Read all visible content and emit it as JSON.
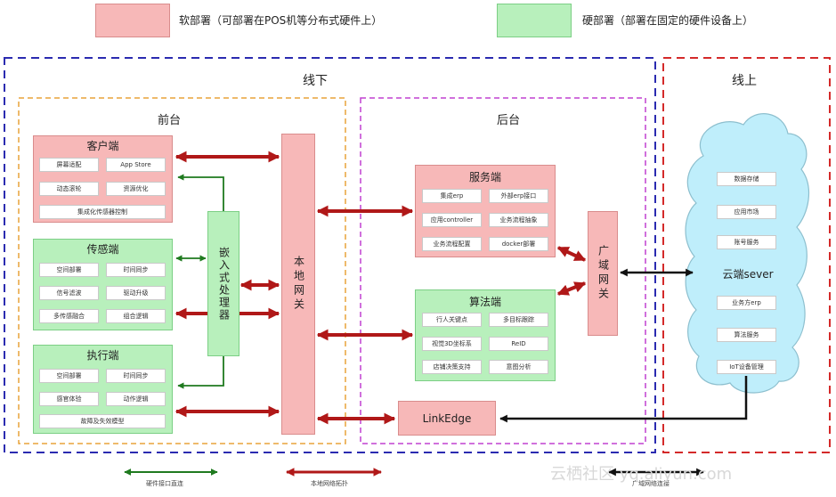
{
  "legend": {
    "soft": "软部署（可部署在POS机等分布式硬件上）",
    "hard": "硬部署（部署在固定的硬件设备上）"
  },
  "regions": {
    "offline": "线下",
    "online": "线上",
    "front": "前台",
    "back": "后台"
  },
  "client": {
    "title": "客户端",
    "items": [
      "屏幕适配",
      "App Store",
      "动态滚轮",
      "资源优化",
      "集成化传感器控制"
    ]
  },
  "sensor": {
    "title": "传感端",
    "items": [
      "空间部署",
      "时间同步",
      "信号滤波",
      "驱动升级",
      "多传感融合",
      "组合逻辑"
    ]
  },
  "executor": {
    "title": "执行端",
    "items": [
      "空间部署",
      "时间同步",
      "感官体验",
      "动作逻辑",
      "故障及失效模型"
    ]
  },
  "embedded": {
    "label": "嵌入式处理器"
  },
  "local_gateway": {
    "label": "本地网关"
  },
  "service": {
    "title": "服务端",
    "items": [
      "集成erp",
      "外部erp接口",
      "应用controller",
      "业务流程抽象",
      "业务流程配置",
      "docker部署"
    ]
  },
  "algorithm": {
    "title": "算法端",
    "items": [
      "行人关键点",
      "多目标跟踪",
      "视觉3D坐标系",
      "ReID",
      "店铺决策支持",
      "意图分析"
    ]
  },
  "wan_gateway": {
    "label": "广域网关"
  },
  "linkedge": {
    "label": "LinkEdge"
  },
  "cloud": {
    "title": "云端sever",
    "items": [
      "数据存储",
      "应用市场",
      "账号服务",
      "业务方erp",
      "算法服务",
      "IoT设备管理"
    ]
  },
  "footer": {
    "hw_link": "硬件接口直连",
    "lan_topo": "本地网络拓扑",
    "wan_link": "广域网络连接",
    "watermark": "云栖社区 yq.aliyun.com"
  },
  "colors": {
    "soft": "#f7b8b8",
    "hard": "#b8f0bc",
    "offline_border": "#2b2bb0",
    "online_border": "#d42a2a",
    "front_border": "#e8a33a",
    "back_border": "#c040d0",
    "red_arrow": "#b01818",
    "green_arrow": "#1f7a1f",
    "cloud": "#bfeefb"
  }
}
